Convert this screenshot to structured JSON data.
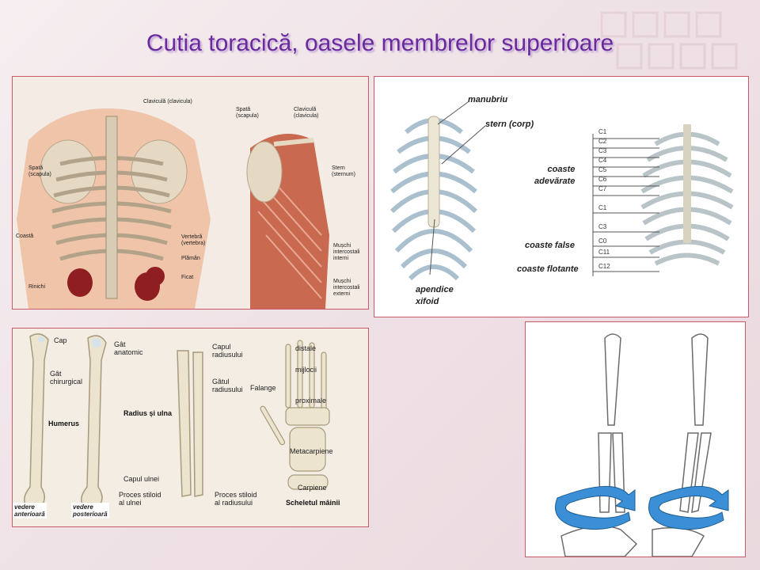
{
  "title": "Cutia toracică, oasele membrelor superioare",
  "panel_back": {
    "labels": {
      "clavicula": "Claviculă (clavicula)",
      "spata_left": "Spată\n(scapula)",
      "coasta": "Coastă",
      "rinichi": "Rinichi",
      "vertebra": "Vertebră\n(vertebra)",
      "plaman": "Plămân",
      "ficat": "Ficat",
      "spata_right": "Spată\n(scapula)",
      "clavicula_right": "Claviculă\n(clavicula)",
      "stern": "Stern\n(sternum)",
      "muschi_interni": "Mușchi\nintercostali\ninterni",
      "muschi_externi": "Mușchi\nintercostali\nexterni"
    }
  },
  "panel_ribcage": {
    "labels": {
      "manubriu": "manubriu",
      "stern": "stern (corp)",
      "apendice": "apendice\nxifoid",
      "adevarate": "coaste\nadevărate",
      "false": "coaste false",
      "flotante": "coaste flotante"
    },
    "ribs": [
      "C1",
      "C2",
      "C3",
      "C4",
      "C5",
      "C6",
      "C7",
      "C1",
      "C3",
      "C0",
      "C11",
      "C12"
    ]
  },
  "panel_arm": {
    "labels": {
      "cap": "Cap",
      "gat_anatomic": "Gât\nanatomic",
      "gat_chirurgical": "Gât\nchirurgical",
      "humerus": "Humerus",
      "radius_ulna": "Radius și ulna",
      "capul_radiusului": "Capul\nradiusului",
      "gatul_radiusului": "Gâtul\nradiusului",
      "capul_ulnei": "Capul ulnei",
      "proces_ulnei": "Proces stiloid\nal ulnei",
      "proces_radiusului": "Proces stiloid\nal radiusului",
      "distale": "distale",
      "mijlocii": "mijlocii",
      "falange": "Falange",
      "proximale": "proximale",
      "metacarpiene": "Metacarpiene",
      "carpiene": "Carpiene",
      "scheletul": "Scheletul mâinii",
      "vedere_anterioara": "vedere\nanterioară",
      "vedere_posterioara": "vedere\nposterioară"
    }
  },
  "colors": {
    "title": "#6a2a9c",
    "border": "#c85a6a",
    "arrow": "#3a8fd6"
  }
}
